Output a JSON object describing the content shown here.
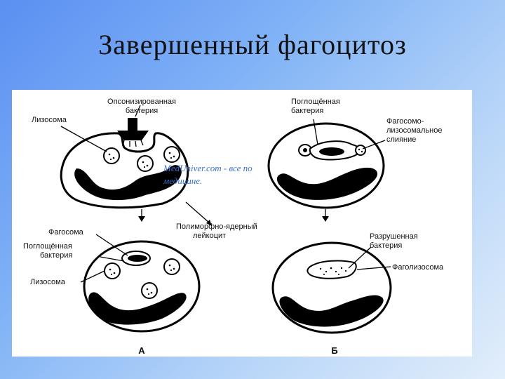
{
  "title": "Завершенный фагоцитоз",
  "watermark": {
    "line1": "MedUniver.com - все по",
    "line2": "медицине."
  },
  "labels": {
    "opsonized_bacterium_1": "Опсонизированная",
    "opsonized_bacterium_2": "бактерия",
    "lysosome_top": "Лизосома",
    "engulfed_bacterium_top_1": "Поглощённая",
    "engulfed_bacterium_top_2": "бактерия",
    "fusion_1": "Фагосомо-",
    "fusion_2": "лизосомальное",
    "fusion_3": "слияние",
    "pmn_1": "Полиморфно-ядерный",
    "pmn_2": "лейкоцит",
    "phagosome": "Фагосома",
    "engulfed_bacterium_bottom_1": "Поглощённая",
    "engulfed_bacterium_bottom_2": "бактерия",
    "lysosome_bottom": "Лизосома",
    "destroyed_bacterium_1": "Разрушенная",
    "destroyed_bacterium_2": "бактерия",
    "phagolysosome": "Фаголизосома",
    "panel_a": "А",
    "panel_b": "Б"
  }
}
